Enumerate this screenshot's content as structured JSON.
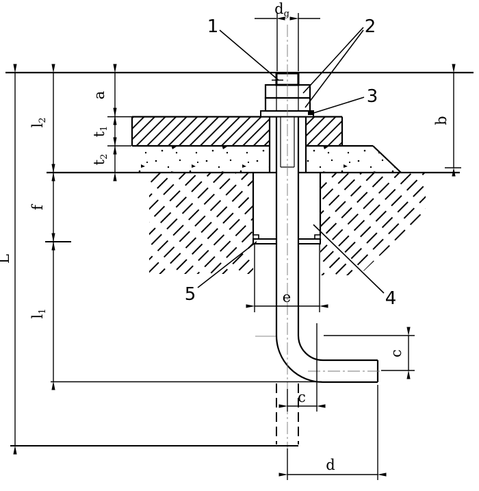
{
  "drawing": {
    "kind": "anchor-bolt-foundation-section",
    "background_color": "#ffffff",
    "line_color": "#000000",
    "centerline_color": "#777777"
  },
  "parts": {
    "bolt_top": "1",
    "double_nuts": "2",
    "washer": "3",
    "anchor_hole": "4",
    "anchor_plate": "5"
  },
  "dims": {
    "dg": {
      "base": "d",
      "sub": "g"
    },
    "a": "a",
    "b": "b",
    "l2": {
      "base": "l",
      "sub": "2"
    },
    "t1": {
      "base": "t",
      "sub": "1"
    },
    "t2": {
      "base": "t",
      "sub": "2"
    },
    "f": "f",
    "L": "L",
    "l1": {
      "base": "l",
      "sub": "1"
    },
    "e": "e",
    "c_bend_radius": "c",
    "c_bend_offset": "c",
    "d": "d"
  }
}
